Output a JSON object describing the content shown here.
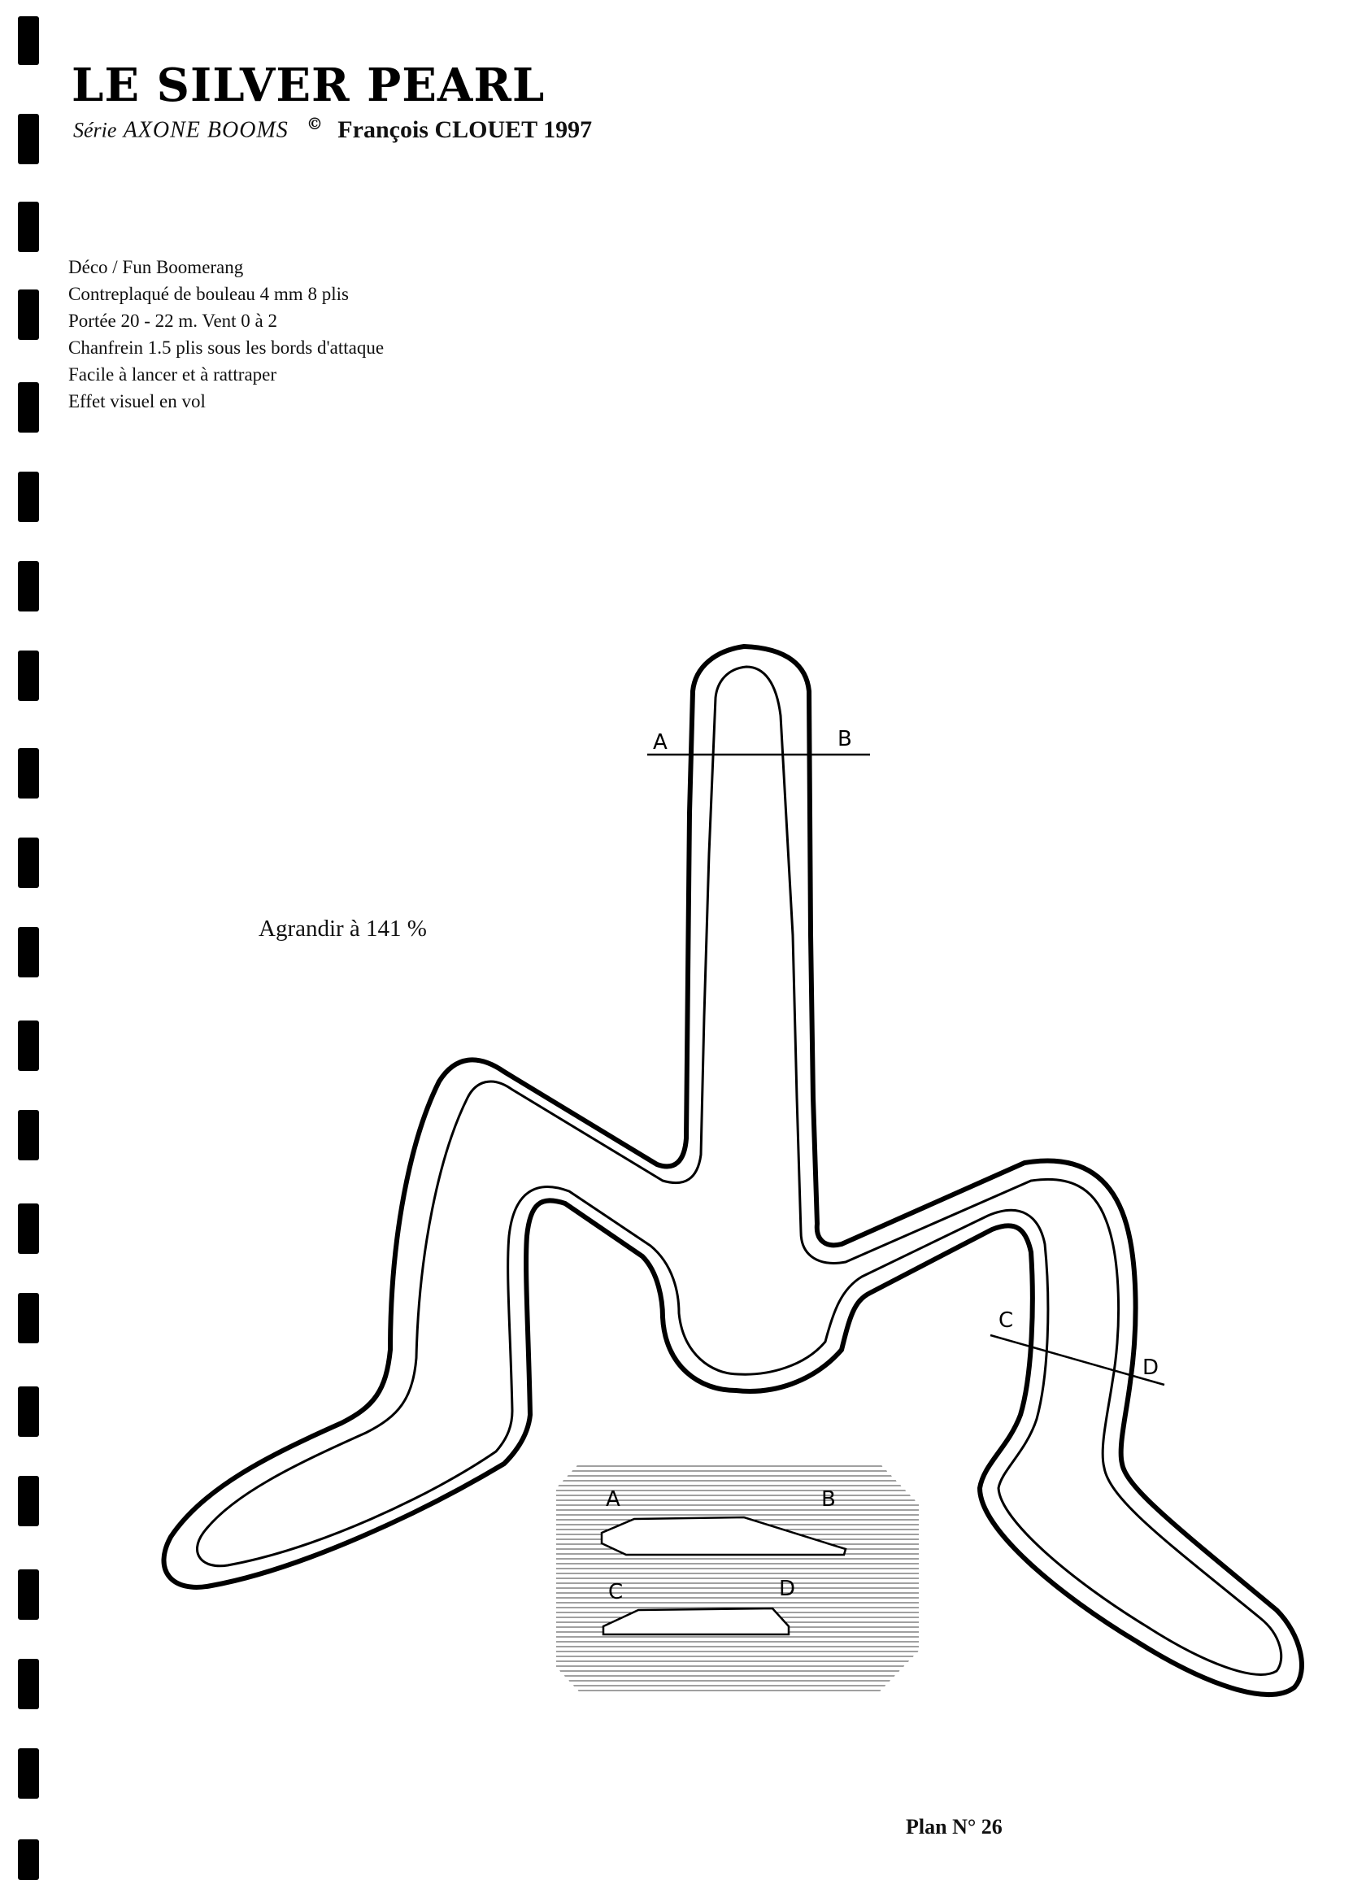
{
  "title": "LE SILVER PEARL",
  "subtitle": {
    "serie": "Série",
    "collection": "AXONE BOOMS",
    "copyright": "©",
    "author": "François CLOUET 1997"
  },
  "specs": [
    "Déco / Fun Boomerang",
    "Contreplaqué de bouleau 4 mm 8 plis",
    "Portée 20 - 22 m. Vent 0 à 2",
    "Chanfrein 1.5 plis sous les bords d'attaque",
    "Facile à lancer et à rattraper",
    "Effet visuel en vol"
  ],
  "enlarge_note": "Agrandir à 141 %",
  "section_labels": {
    "a": "A",
    "b": "B",
    "c": "C",
    "d": "D"
  },
  "profile_labels": {
    "a": "A",
    "b": "B",
    "c": "C",
    "d": "D"
  },
  "plan_number": "Plan N° 26"
}
